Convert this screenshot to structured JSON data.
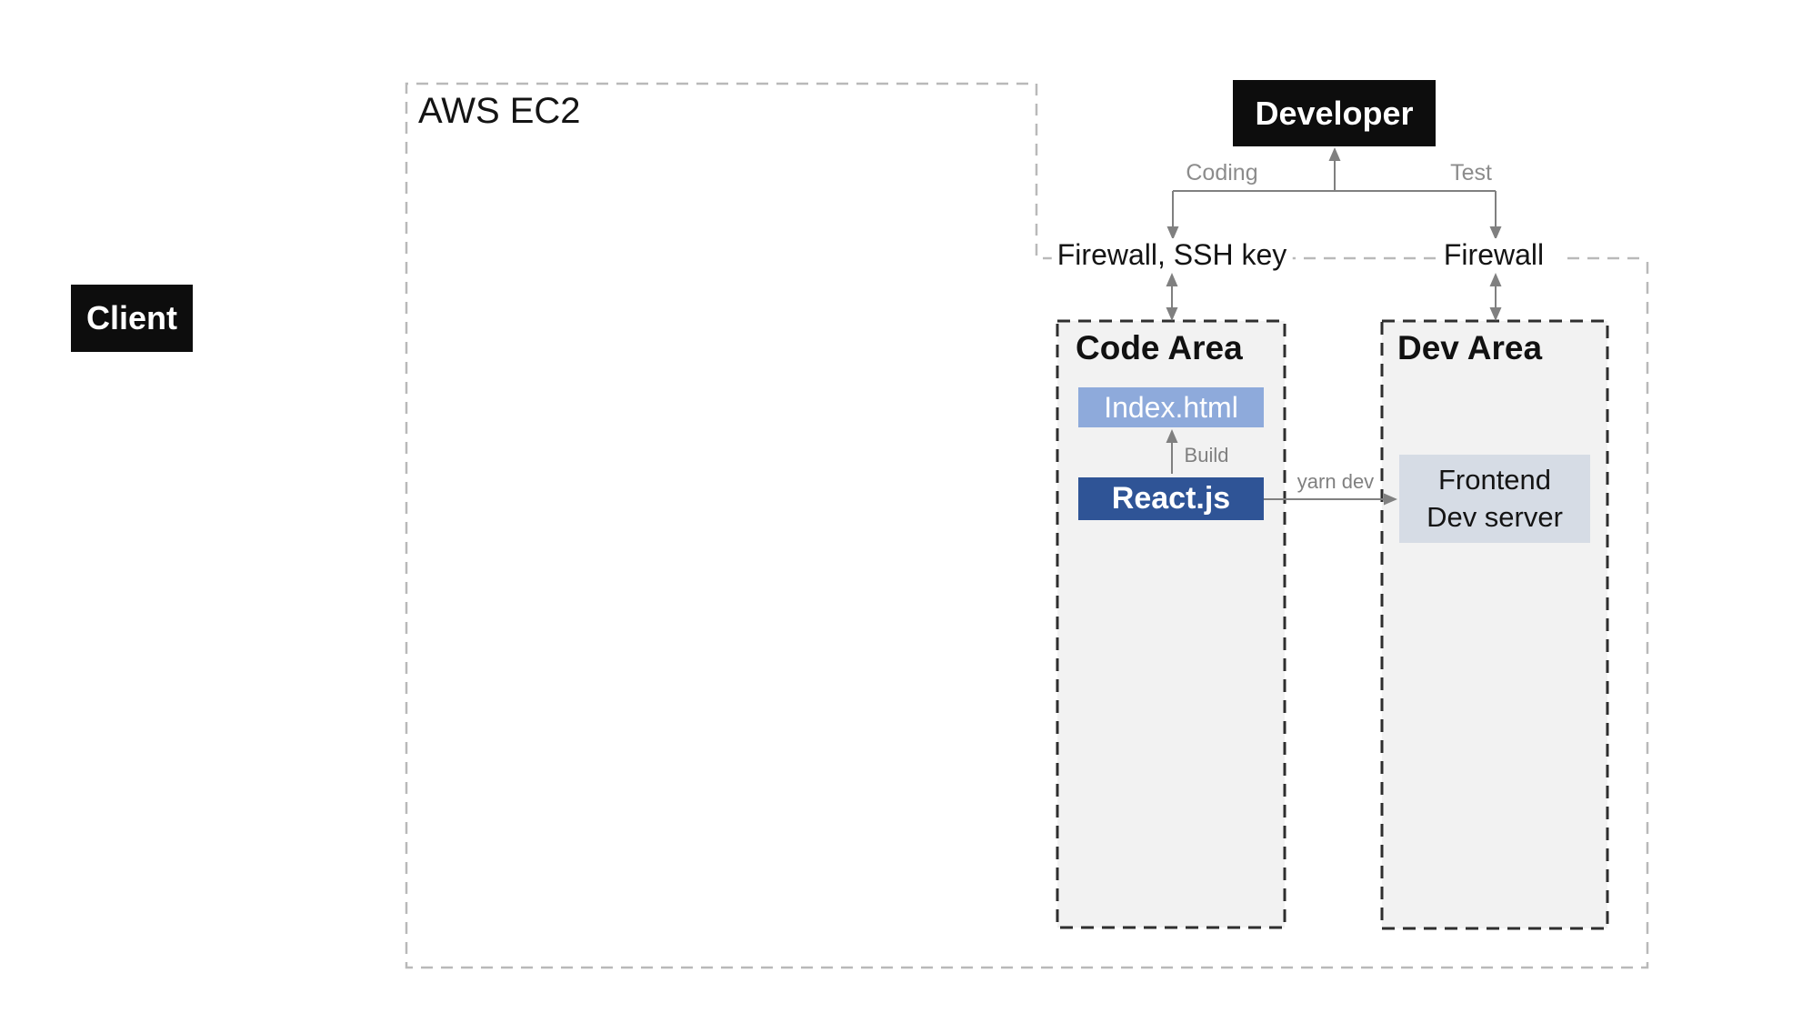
{
  "diagram": {
    "client": {
      "label": "Client"
    },
    "developer": {
      "label": "Developer"
    },
    "aws_boundary": {
      "label": "AWS EC2"
    },
    "gateways": {
      "firewall_ssh": "Firewall, SSH key",
      "firewall": "Firewall"
    },
    "code_area": {
      "title": "Code Area",
      "index_html": "Index.html",
      "react_js": "React.js"
    },
    "dev_area": {
      "title": "Dev Area",
      "frontend_server_line1": "Frontend",
      "frontend_server_line2": "Dev server"
    },
    "edges": {
      "coding": "Coding",
      "test": "Test",
      "build": "Build",
      "yarn_dev": "yarn dev"
    },
    "colors": {
      "node_black": "#0d0d0d",
      "area_fill": "#f2f2f2",
      "area_border": "#2e2e2e",
      "boundary_gray": "#b9b9b9",
      "connector_gray": "#808080",
      "label_gray": "#8c8c8c",
      "index_html_blue": "#8eaadb",
      "react_blue": "#2f5496",
      "frontend_fill": "#d6dce5"
    }
  }
}
